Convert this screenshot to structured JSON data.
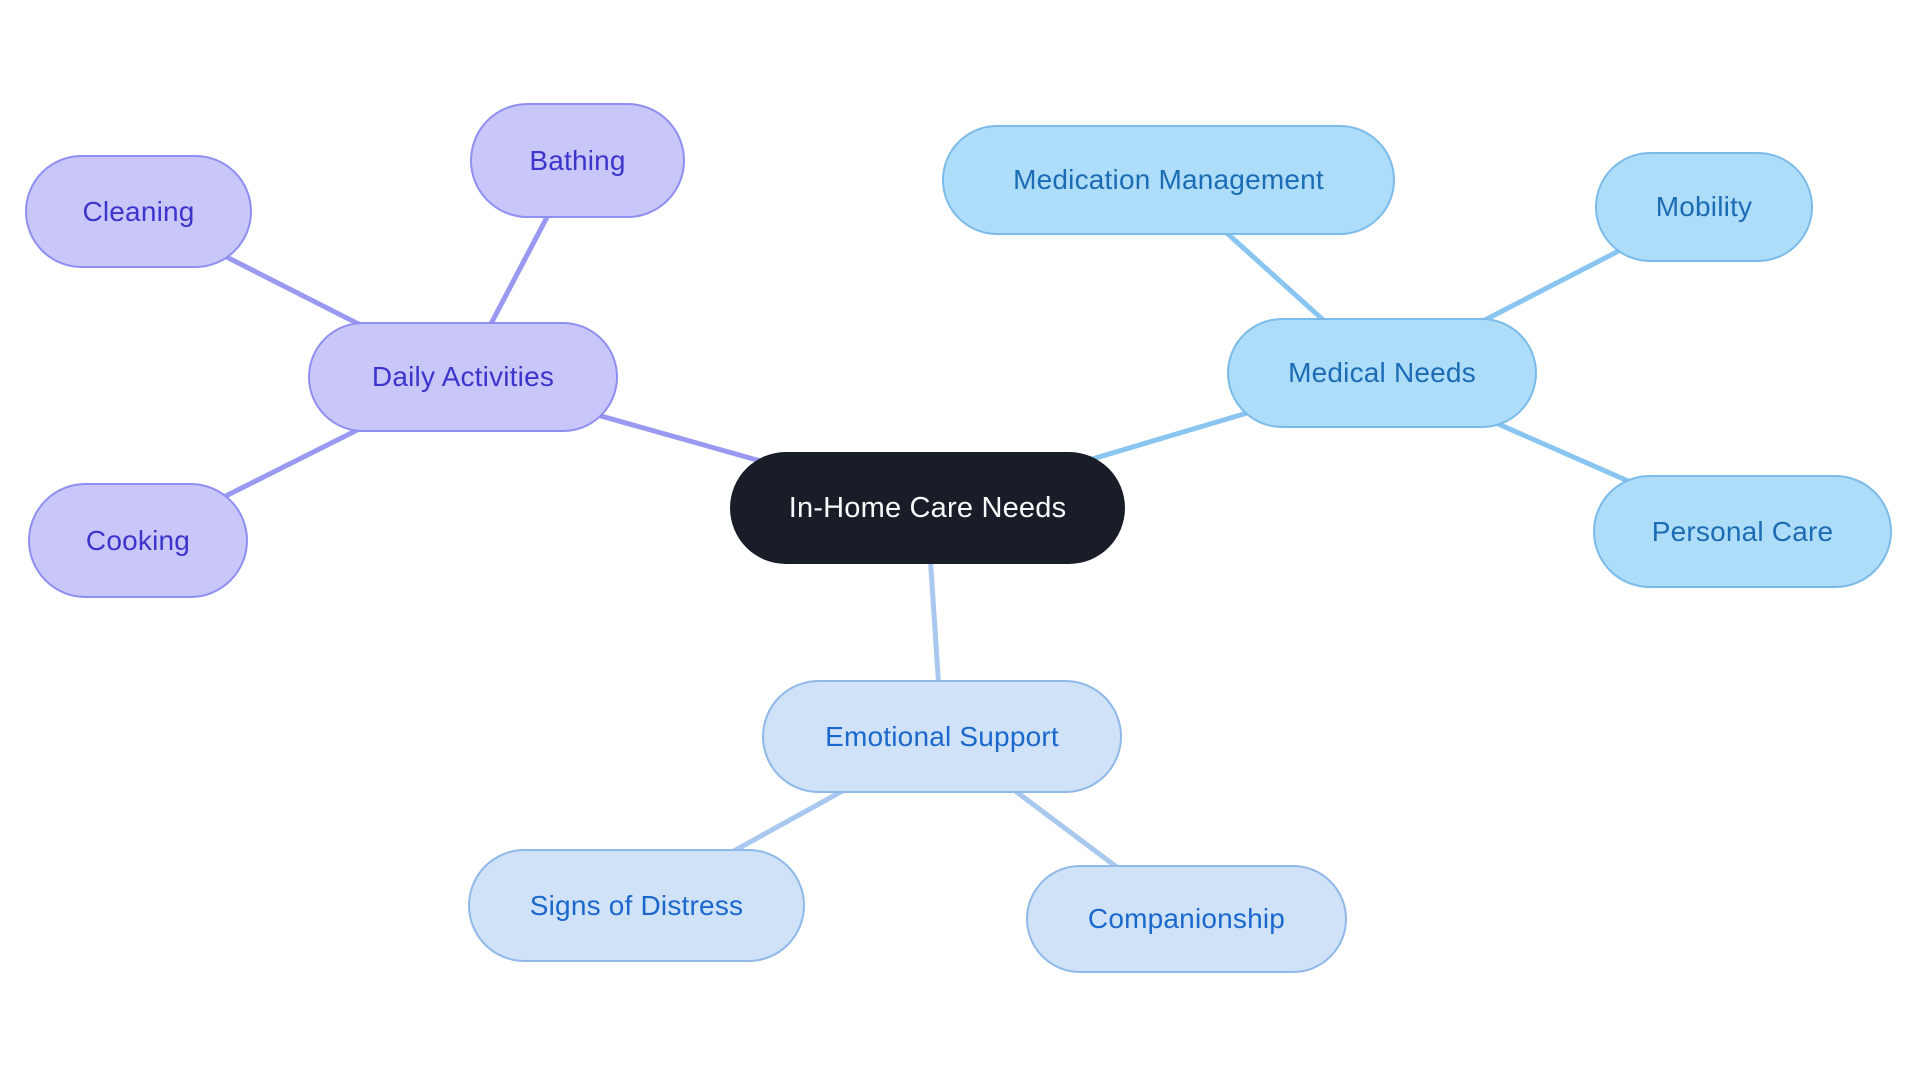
{
  "diagram": {
    "type": "mindmap",
    "center": {
      "id": "in-home-care-needs",
      "label": "In-Home Care Needs"
    },
    "branches": [
      {
        "id": "daily-activities",
        "label": "Daily Activities",
        "color_group": "purple",
        "children": [
          {
            "id": "cleaning",
            "label": "Cleaning"
          },
          {
            "id": "bathing",
            "label": "Bathing"
          },
          {
            "id": "cooking",
            "label": "Cooking"
          }
        ]
      },
      {
        "id": "medical-needs",
        "label": "Medical Needs",
        "color_group": "sky",
        "children": [
          {
            "id": "medication-management",
            "label": "Medication Management"
          },
          {
            "id": "mobility",
            "label": "Mobility"
          },
          {
            "id": "personal-care",
            "label": "Personal Care"
          }
        ]
      },
      {
        "id": "emotional-support",
        "label": "Emotional Support",
        "color_group": "pale",
        "children": [
          {
            "id": "signs-of-distress",
            "label": "Signs of Distress"
          },
          {
            "id": "companionship",
            "label": "Companionship"
          }
        ]
      }
    ],
    "colors": {
      "central": {
        "fill": "#191d28",
        "text": "#fafafa"
      },
      "purple": {
        "fill": "#c9c7fa",
        "border": "#8f8ff2",
        "text": "#3c35cb",
        "edge": "#9a99f2"
      },
      "sky": {
        "fill": "#aeddfa",
        "border": "#7abbe9",
        "text": "#1b6cb4",
        "edge": "#89c5f1"
      },
      "pale": {
        "fill": "#cfe2f8",
        "border": "#8fb9e9",
        "text": "#1b68cd",
        "edge": "#a9c8ef"
      }
    },
    "background": "#ffffff"
  }
}
